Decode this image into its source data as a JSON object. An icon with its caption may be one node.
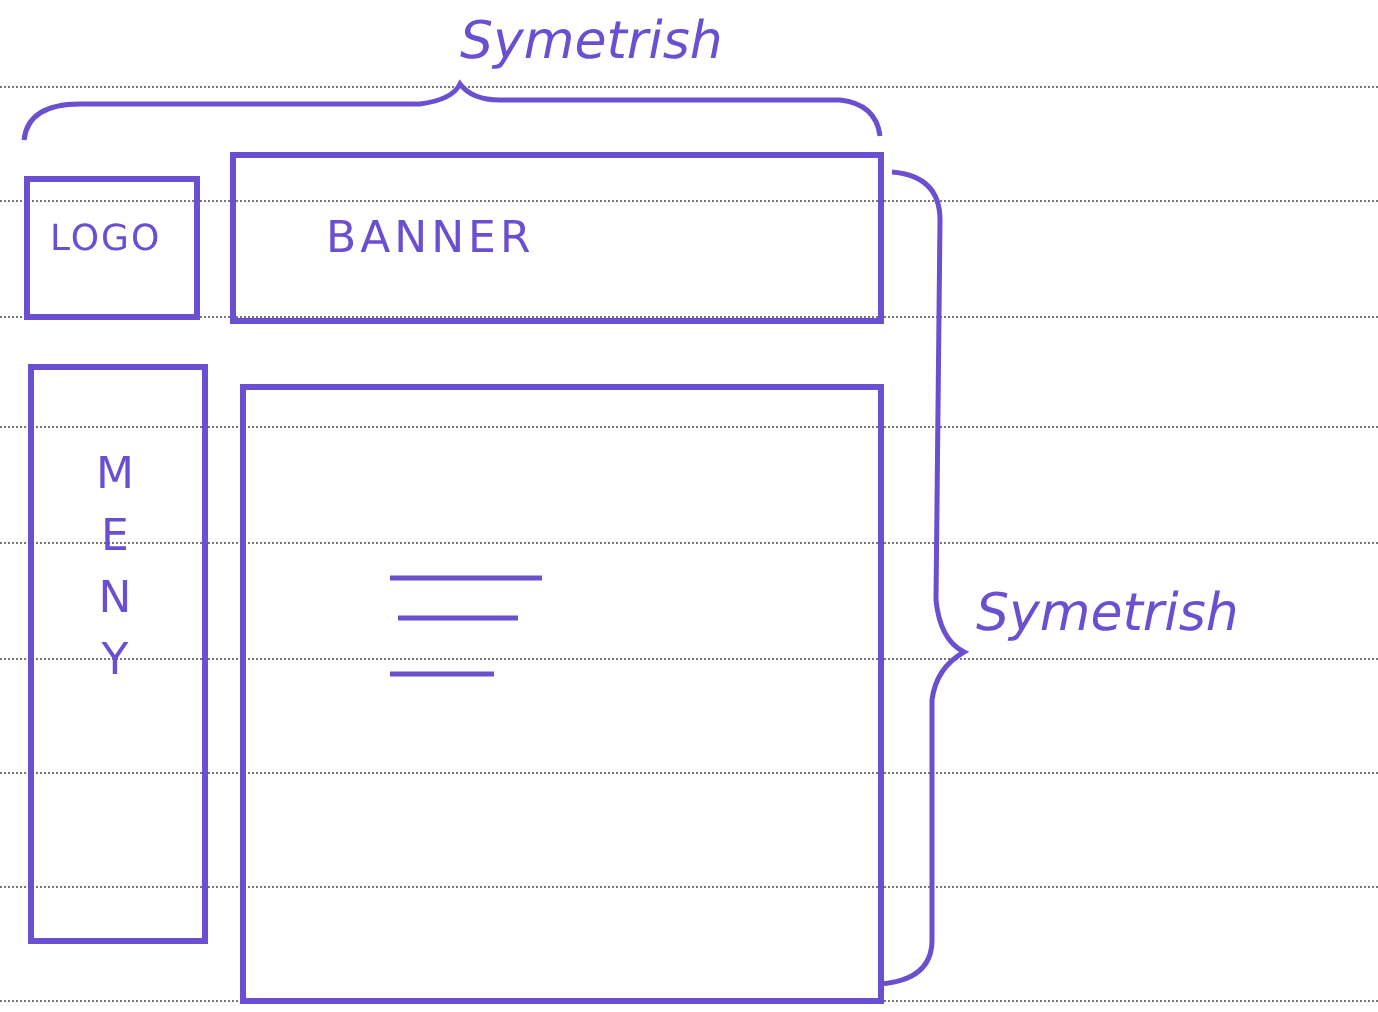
{
  "diagram": {
    "nodes": [
      {
        "text": [
          "LOGO"
        ]
      },
      {
        "text": [
          "BANNER"
        ]
      },
      {
        "text": [
          "MENY"
        ]
      },
      {
        "text": [],
        "shape": "box"
      }
    ],
    "labels": [
      "Symetrish",
      "Symetrish"
    ]
  }
}
